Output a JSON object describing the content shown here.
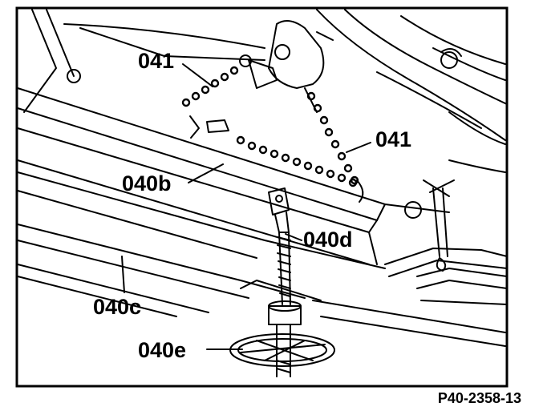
{
  "diagram": {
    "callouts": {
      "chain_left": "041",
      "chain_right": "041",
      "beam": "040b",
      "spindle": "040d",
      "rail": "040c",
      "handwheel": "040e"
    },
    "figure_code": "P40-2358-13"
  },
  "colors": {
    "ink": "#000000",
    "paper": "#ffffff"
  }
}
